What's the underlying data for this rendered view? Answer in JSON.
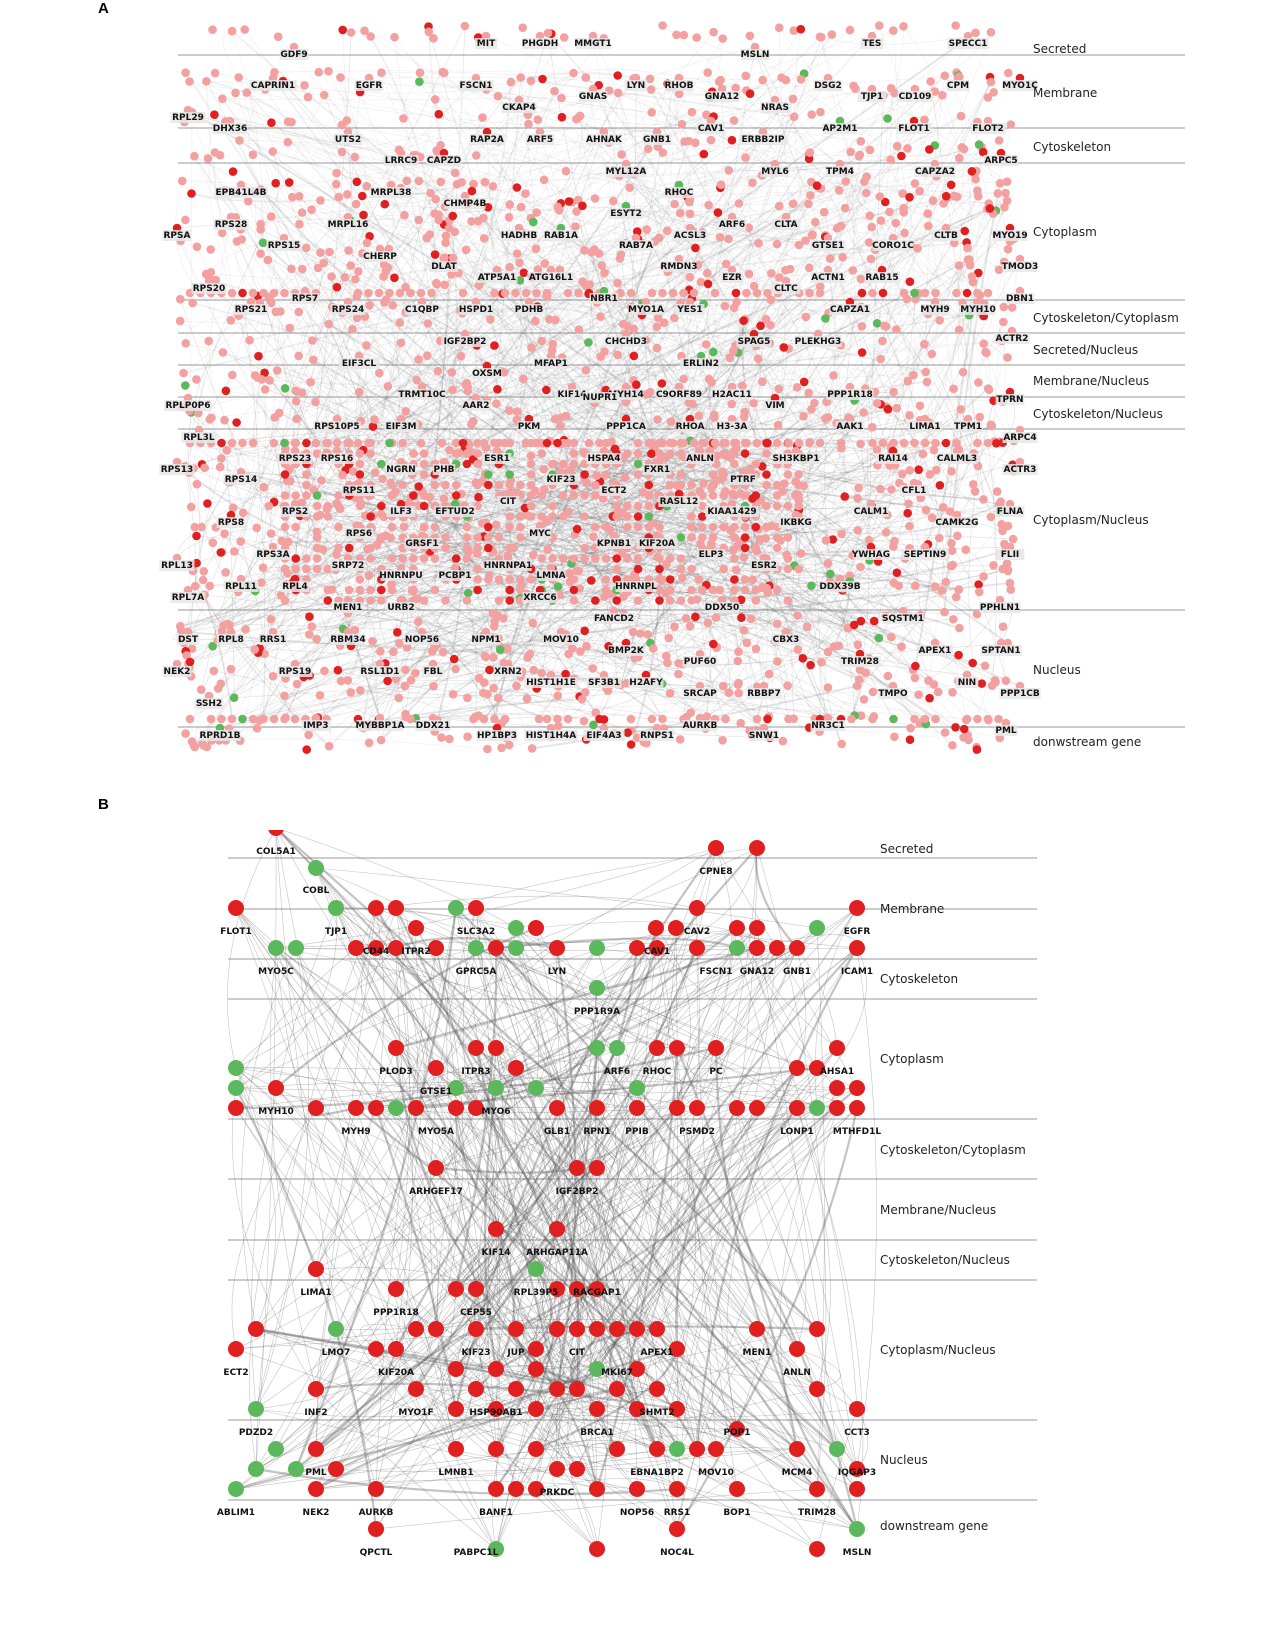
{
  "colors": {
    "node_red": "#e02020",
    "node_pink": "#f2a0a0",
    "node_green": "#5cb85c",
    "edge": "#555555",
    "label_bg": "#e6e6e6"
  },
  "panelA": {
    "label": "A",
    "compartments": [
      "Secreted",
      "Membrane",
      "Cytoskeleton",
      "Cytoplasm",
      "Cytoskeleton/Cytoplasm",
      "Secreted/Nucleus",
      "Membrane/Nucleus",
      "Cytoskeleton/Nucleus",
      "Cytoplasm/Nucleus",
      "Nucleus",
      "donwstream gene"
    ],
    "genes": [
      "GDF9",
      "MIT",
      "PHGDH",
      "MMGT1",
      "MSLN",
      "TES",
      "SPECC1",
      "CAPRIN1",
      "EGFR",
      "FSCN1",
      "LYN",
      "RHOB",
      "GNA12",
      "DSG2",
      "TJP1",
      "CPM",
      "MYO1C",
      "CKAP4",
      "GNAS",
      "NRAS",
      "CD109",
      "RPL29",
      "DHX36",
      "AHNAK",
      "CAV1",
      "AP2M1",
      "FLOT1",
      "FLOT2",
      "UTS2",
      "RAP2A",
      "ARF5",
      "GNB1",
      "ERBB2IP",
      "LRRC9",
      "CAPZD",
      "MYL12A",
      "MYL6",
      "TPM4",
      "CAPZA2",
      "ARPC5",
      "EPB41L4B",
      "MRPL38",
      "RHOC",
      "CHMP4B",
      "ESYT2",
      "ARF6",
      "CLTA",
      "RPS28",
      "MRPL16",
      "HADHB",
      "RAB1A",
      "ACSL3",
      "GTSE1",
      "CORO1C",
      "CLTB",
      "MYO19",
      "RPSA",
      "RPS15",
      "RAB7A",
      "CHERP",
      "DLAT",
      "RMDN3",
      "RAB15",
      "TMOD3",
      "ATP5A1",
      "ATG16L1",
      "EZR",
      "ACTN1",
      "RPS20",
      "RPS7",
      "CLTC",
      "DBN1",
      "RPS21",
      "RPS24",
      "C1QBP",
      "HSPD1",
      "PDHB",
      "NBR1",
      "MYO1A",
      "YES1",
      "CAPZA1",
      "MYH9",
      "MYH10",
      "IGF2BP2",
      "CHCHD3",
      "SPAG5",
      "PLEKHG3",
      "ACTR2",
      "EIF3CL",
      "MFAP1",
      "ERLIN2",
      "OXSM",
      "RPLP0P6",
      "TRMT10C",
      "AAR2",
      "KIF14",
      "MYH14",
      "C9ORF89",
      "H2AC11",
      "PPP1R18",
      "VIM",
      "TPRN",
      "RPL3L",
      "RPS10P5",
      "EIF3M",
      "PKM",
      "PPP1CA",
      "RHOA",
      "H3-3A",
      "AAK1",
      "LIMA1",
      "TPM1",
      "ARPC4",
      "RPS13",
      "RPS23",
      "RPS16",
      "NGRN",
      "PHB",
      "ESR1",
      "HSPA4",
      "ANLN",
      "SH3KBP1",
      "RAI14",
      "CALML3",
      "ACTR3",
      "RPS14",
      "RPS11",
      "KIF23",
      "FXR1",
      "ECT2",
      "PTRF",
      "CFL1",
      "RPS2",
      "ILF3",
      "EFTUD2",
      "CIT",
      "RASL12",
      "KIAA1429",
      "FLNA",
      "RPS8",
      "CALM1",
      "CAMK2G",
      "RPS6",
      "MYC",
      "IKBKG",
      "RPL13",
      "RPS3A",
      "GRSF1",
      "KPNB1",
      "KIF20A",
      "YWHAG",
      "SEPTIN9",
      "FLII",
      "SRP72",
      "HNRNPU",
      "PCBP1",
      "HNRNPA1",
      "ELP3",
      "ESR2",
      "RPL7A",
      "RPL11",
      "RPL4",
      "LMNA",
      "XRCC6",
      "HNRNPL",
      "DDX39B",
      "MEN1",
      "URB2",
      "DDX50",
      "PPHLN1",
      "DST",
      "RPL8",
      "RRS1",
      "RBM34",
      "NOP56",
      "NPM1",
      "MOV10",
      "FANCD2",
      "CBX3",
      "SQSTM1",
      "APEX1",
      "SPTAN1",
      "BMP2K",
      "TRIM28",
      "NEK2",
      "RPS19",
      "RSL1D1",
      "FBL",
      "XRN2",
      "PUF60",
      "TMPO",
      "NIN",
      "PPP1CB",
      "SSH2",
      "HIST1H1E",
      "SF3B1",
      "H2AFY",
      "SRCAP",
      "RBBP7",
      "RPRD1B",
      "IMP3",
      "MYBBP1A",
      "DDX21",
      "HP1BP3",
      "HIST1H4A",
      "EIF4A3",
      "RNPS1",
      "AURKB",
      "SNW1",
      "NR3C1",
      "PML",
      "NUPR1"
    ]
  },
  "panelB": {
    "label": "B",
    "compartments": [
      "Secreted",
      "Membrane",
      "Cytoskeleton",
      "Cytoplasm",
      "Cytoskeleton/Cytoplasm",
      "Membrane/Nucleus",
      "Cytoskeleton/Nucleus",
      "Cytoplasm/Nucleus",
      "Nucleus",
      "downstream gene"
    ],
    "genes": [
      "COL5A1",
      "CPNE8",
      "COBL",
      "FLOT1",
      "TJP1",
      "CD44",
      "ITPR2",
      "SLC3A2",
      "GPRC5A",
      "LYN",
      "CAV1",
      "CAV2",
      "FSCN1",
      "GNA12",
      "GNB1",
      "EGFR",
      "ICAM1",
      "MYO5C",
      "PPP1R9A",
      "PLOD3",
      "ITPR3",
      "GTSE1",
      "ARF6",
      "RHOC",
      "PC",
      "AHSA1",
      "MYH10",
      "MYH9",
      "MYO5A",
      "MYO6",
      "GLB1",
      "RPN1",
      "PPIB",
      "PSMD2",
      "LONP1",
      "MTHFD1L",
      "ARHGEF17",
      "IGF2BP2",
      "KIF14",
      "ARHGAP11A",
      "LIMA1",
      "PPP1R18",
      "CEP55",
      "RPL39P5",
      "RACGAP1",
      "ECT2",
      "LMO7",
      "KIF20A",
      "KIF23",
      "JUP",
      "CIT",
      "APEX1",
      "MKI67",
      "MEN1",
      "ANLN",
      "INF2",
      "MYO1F",
      "HSP90AB1",
      "SHMT2",
      "PDZD2",
      "BRCA1",
      "POP1",
      "CCT3",
      "PML",
      "LMNB1",
      "EBNA1BP2",
      "MOV10",
      "MCM4",
      "IQGAP3",
      "ABLIM1",
      "NEK2",
      "AURKB",
      "BANF1",
      "PRKDC",
      "NOP56",
      "RRS1",
      "BOP1",
      "TRIM28",
      "QPCTL",
      "PABPC1L",
      "NOC4L",
      "MSLN"
    ]
  }
}
